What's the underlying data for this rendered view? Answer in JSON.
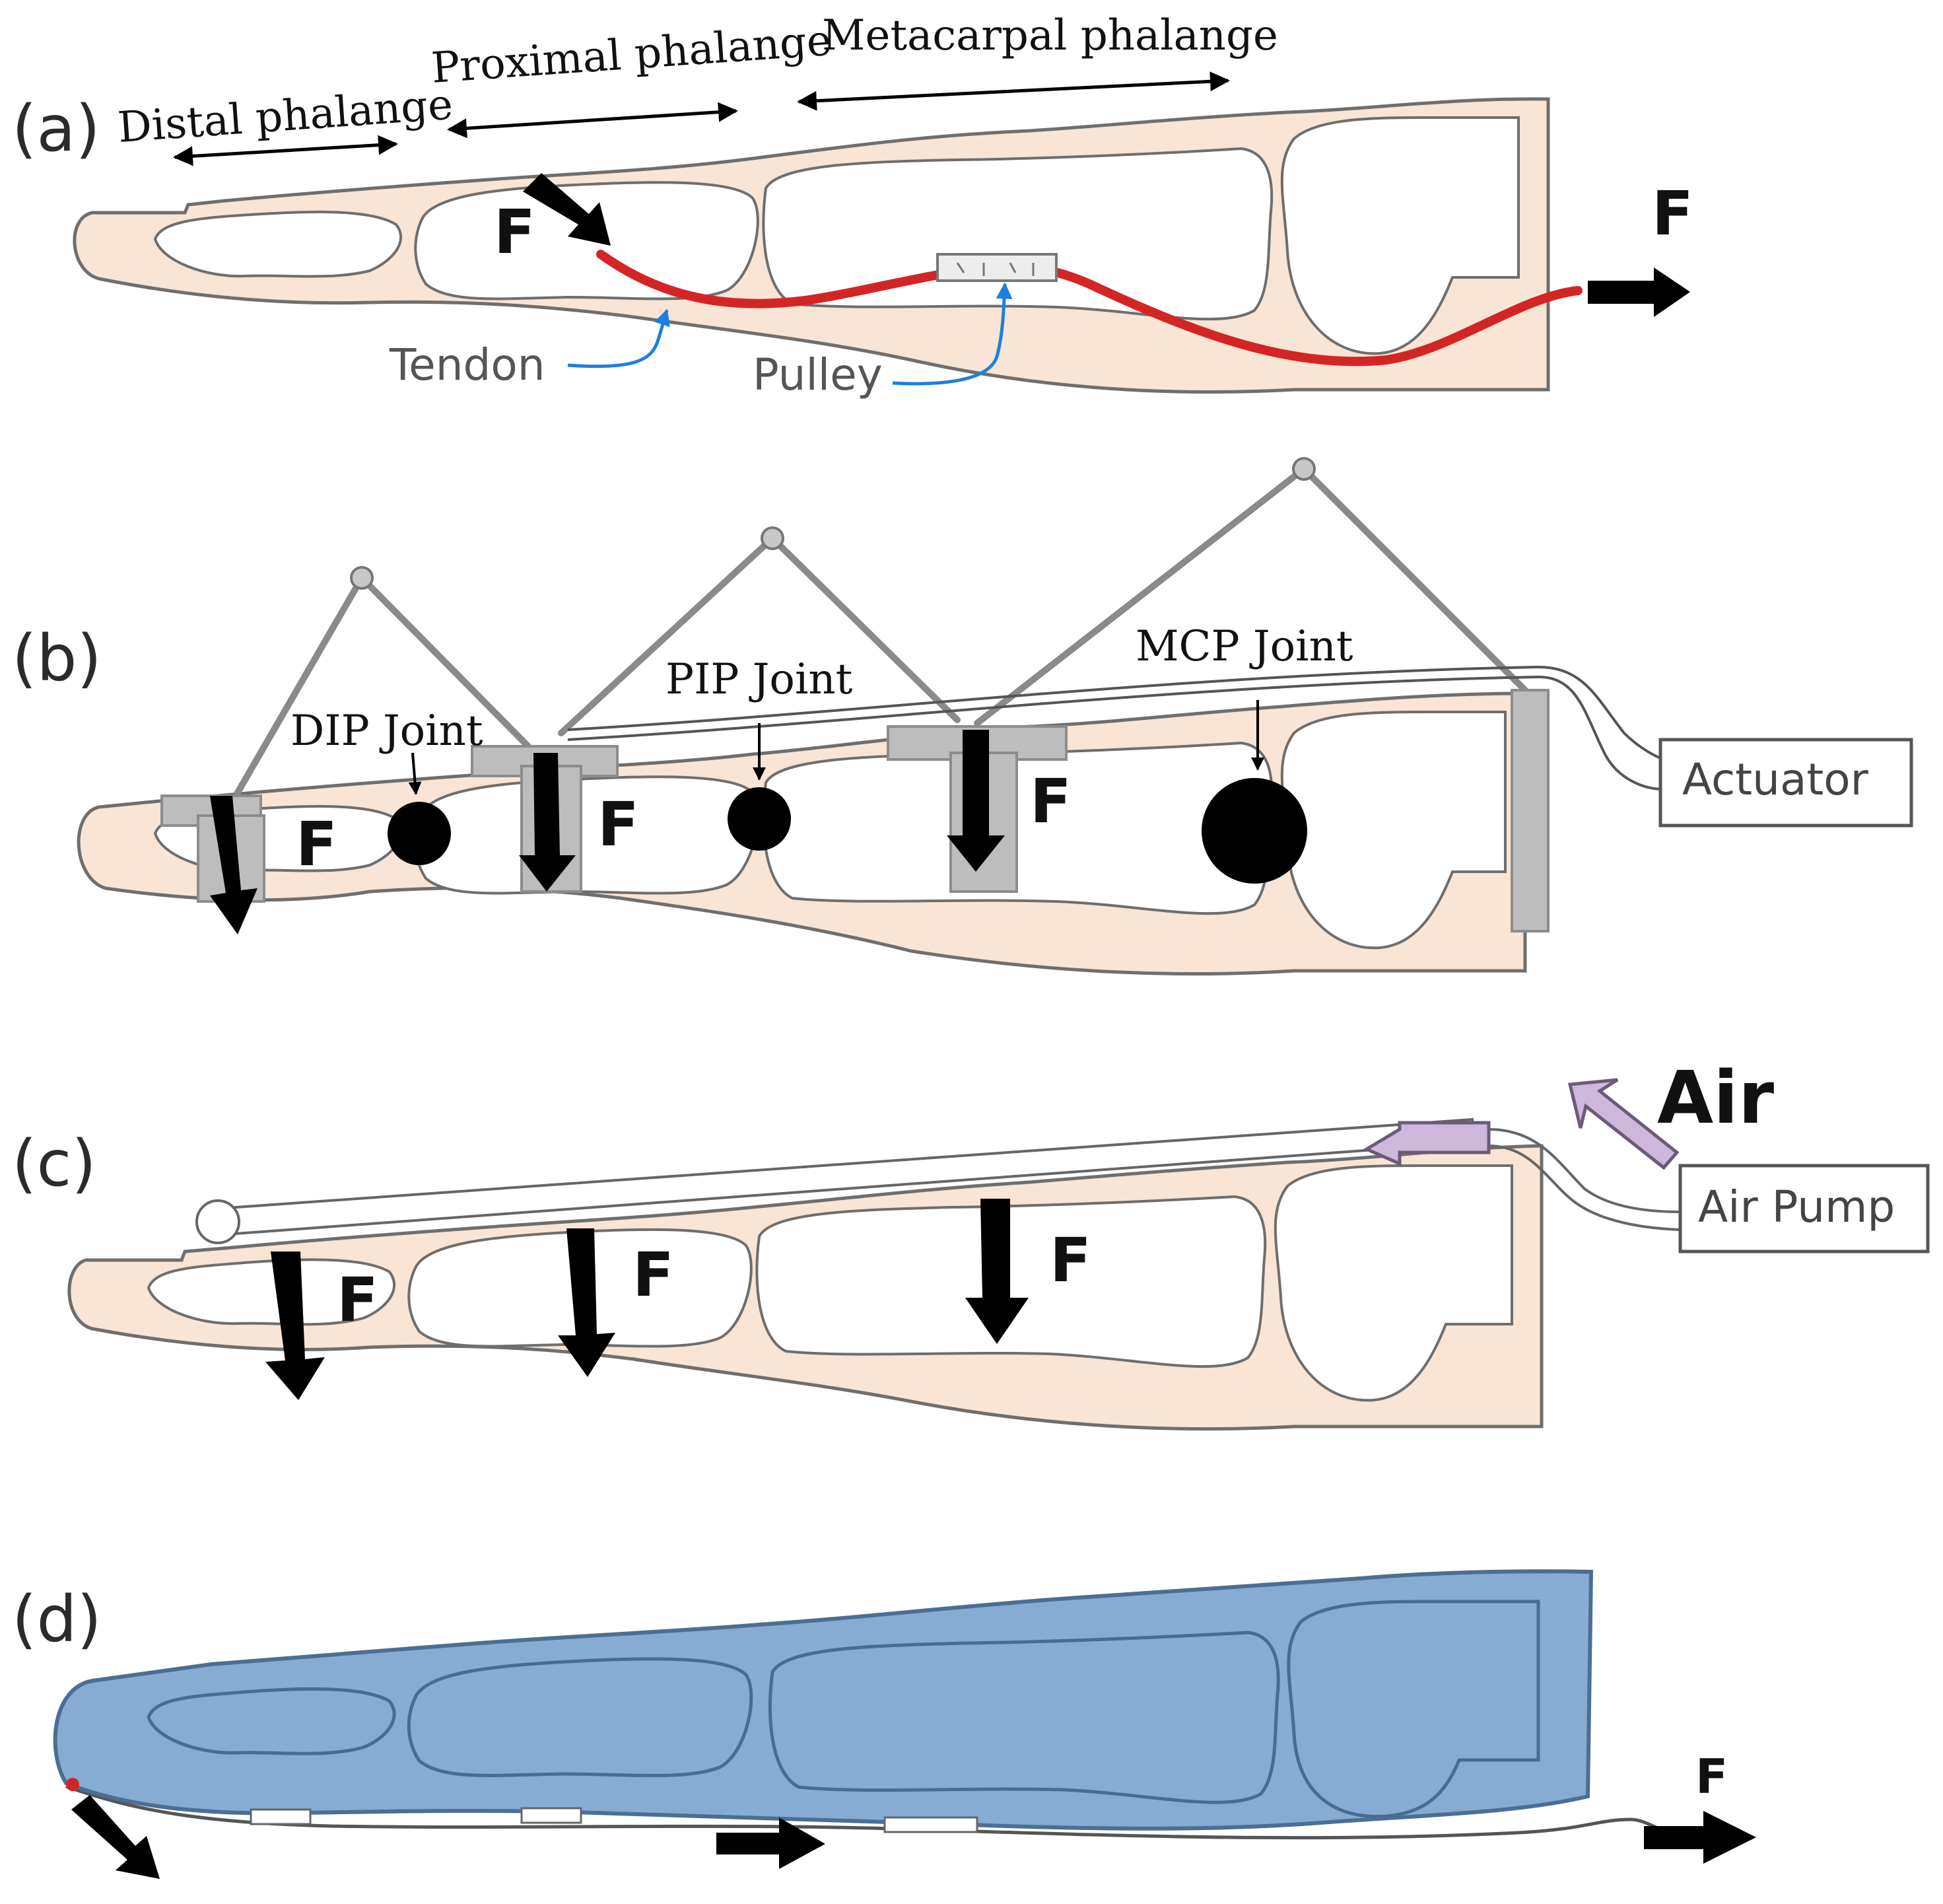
{
  "panels": {
    "a": {
      "label": "(a)",
      "distal": "Distal phalange",
      "proximal": "Proximal phalange",
      "metacarpal": "Metacarpal phalange",
      "force_tip": "F",
      "force_end": "F",
      "tendon": "Tendon",
      "pulley": "Pulley"
    },
    "b": {
      "label": "(b)",
      "dip": "DIP Joint",
      "pip": "PIP Joint",
      "mcp": "MCP Joint",
      "actuator": "Actuator",
      "forces": [
        "F",
        "F",
        "F"
      ]
    },
    "c": {
      "label": "(c)",
      "air": "Air",
      "air_pump": "Air Pump",
      "forces": [
        "F",
        "F",
        "F"
      ]
    },
    "d": {
      "label": "(d)",
      "force": "F"
    }
  },
  "colors": {
    "skin": "#f8e5d6",
    "tendon": "#d42525",
    "glove": "#86acd3",
    "air_arrow": "#cdb8dc",
    "leader": "#1e7fe0"
  }
}
